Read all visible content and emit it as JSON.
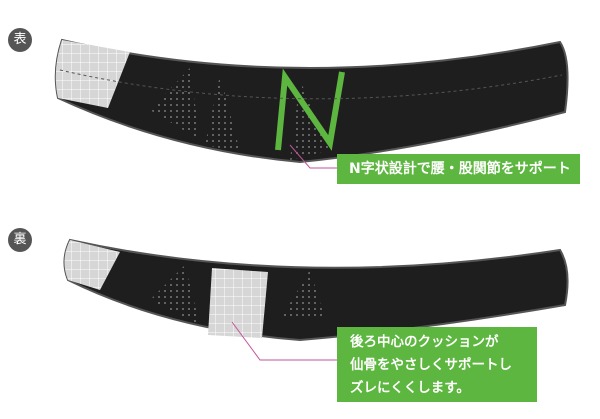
{
  "front": {
    "label": "表",
    "callout": "N字状設計で腰・股関節をサポート"
  },
  "back": {
    "label": "裏",
    "callout_lines": [
      "後ろ中心のクッションが",
      "仙骨をやさしくサポートし",
      "ズレにくくします。"
    ]
  },
  "colors": {
    "accent": "#5db63f",
    "belt": "#1e1e1e",
    "leader": "#c0549a"
  }
}
